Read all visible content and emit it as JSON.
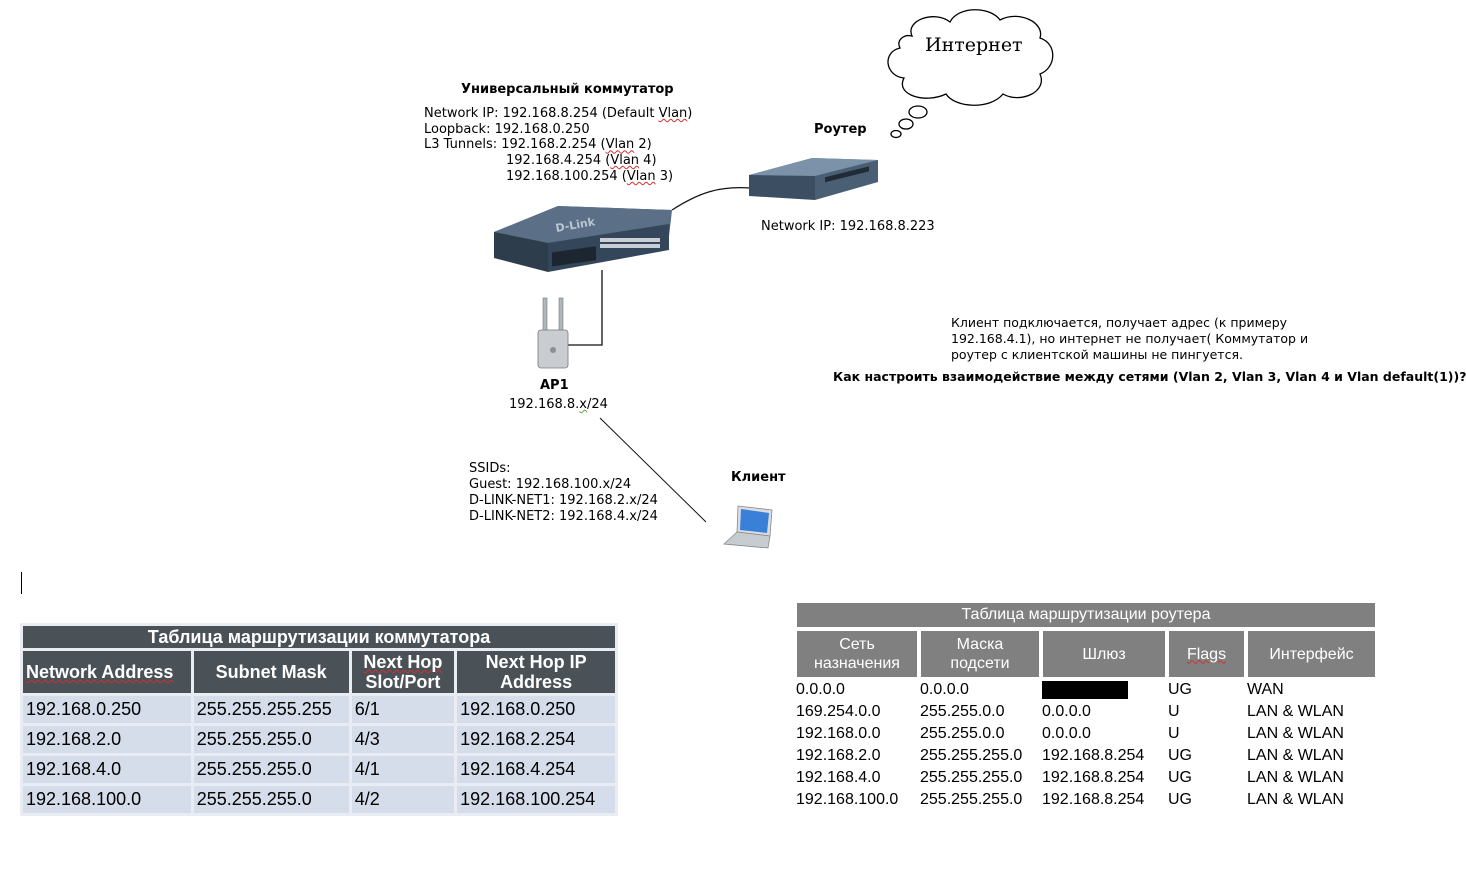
{
  "diagram": {
    "internet_label": "Интернет",
    "switch_title": "Универсальный коммутатор",
    "switch_info": [
      {
        "label": "Network IP: ",
        "value": "192.168.8.254",
        "note_pre": "(Default ",
        "note_word": "Vlan",
        "note_post": ")"
      },
      {
        "label": "Loopback: ",
        "value": "192.168.0.250"
      },
      {
        "label": "L3 Tunnels: ",
        "value": "192.168.2.254",
        "note_pre": "(",
        "note_word": "Vlan",
        "note_post": " 2)"
      },
      {
        "label": "",
        "value": "192.168.4.254",
        "note_pre": "(",
        "note_word": "Vlan",
        "note_post": " 4)"
      },
      {
        "label": "",
        "value": "192.168.100.254",
        "note_pre": "(",
        "note_word": "Vlan",
        "note_post": " 3)"
      }
    ],
    "router_title": "Роутер",
    "router_ip": "Network IP: 192.168.8.223",
    "ap_title": "AP1",
    "ap_ip_pre": "192.168.8.",
    "ap_ip_mark": "x",
    "ap_ip_post": "/24",
    "client_title": "Клиент",
    "ssids": [
      "SSIDs:",
      "Guest: 192.168.100.x/24",
      "D-LINK-NET1: 192.168.2.x/24",
      "D-LINK-NET2: 192.168.4.x/24"
    ],
    "question": [
      "Клиент подключается, получает адрес (к примеру",
      "192.168.4.1), но интернет не получает( Коммутатор и",
      "роутер с клиентской машины не пингуется."
    ],
    "question_bold": "Как настроить взаимодействие между сетями (Vlan 2, Vlan 3, Vlan 4 и Vlan default(1))?",
    "switch_brand": "D-Link",
    "icons": [
      "cloud-icon",
      "switch-icon",
      "router-icon",
      "access-point-icon",
      "laptop-icon"
    ]
  },
  "switch_table": {
    "caption": "Таблица маршрутизации коммутатора",
    "headers": [
      "Network Address",
      "Subnet Mask",
      "Next Hop Slot/Port",
      "Next Hop IP Address"
    ],
    "header_lines": [
      [
        "Network Address"
      ],
      [
        "Subnet Mask"
      ],
      [
        "Next Hop",
        "Slot/Port"
      ],
      [
        "Next Hop IP",
        "Address"
      ]
    ],
    "rows": [
      [
        "192.168.0.250",
        "255.255.255.255",
        "6/1",
        "192.168.0.250"
      ],
      [
        "192.168.2.0",
        "255.255.255.0",
        "4/3",
        "192.168.2.254"
      ],
      [
        "192.168.4.0",
        "255.255.255.0",
        "4/1",
        "192.168.4.254"
      ],
      [
        "192.168.100.0",
        "255.255.255.0",
        "4/2",
        "192.168.100.254"
      ]
    ]
  },
  "router_table": {
    "caption": "Таблица маршрутизации роутера",
    "headers": [
      [
        "Сеть",
        "назначения"
      ],
      [
        "Маска",
        "подсети"
      ],
      [
        "Шлюз"
      ],
      [
        "Flags"
      ],
      [
        "Интерфейс"
      ]
    ],
    "rows": [
      [
        "0.0.0.0",
        "0.0.0.0",
        "",
        "UG",
        "WAN"
      ],
      [
        "169.254.0.0",
        "255.255.0.0",
        "0.0.0.0",
        "U",
        "LAN & WLAN"
      ],
      [
        "192.168.0.0",
        "255.255.0.0",
        "0.0.0.0",
        "U",
        "LAN & WLAN"
      ],
      [
        "192.168.2.0",
        "255.255.255.0",
        "192.168.8.254",
        "UG",
        "LAN & WLAN"
      ],
      [
        "192.168.4.0",
        "255.255.255.0",
        "192.168.8.254",
        "UG",
        "LAN & WLAN"
      ],
      [
        "192.168.100.0",
        "255.255.255.0",
        "192.168.8.254",
        "UG",
        "LAN & WLAN"
      ]
    ],
    "redacted_cell": "gateway-row-1"
  },
  "colors": {
    "table_header": "#4a5258",
    "table_cell": "#d5dcea",
    "router_header": "#808080",
    "device": "#3b4d5e"
  }
}
